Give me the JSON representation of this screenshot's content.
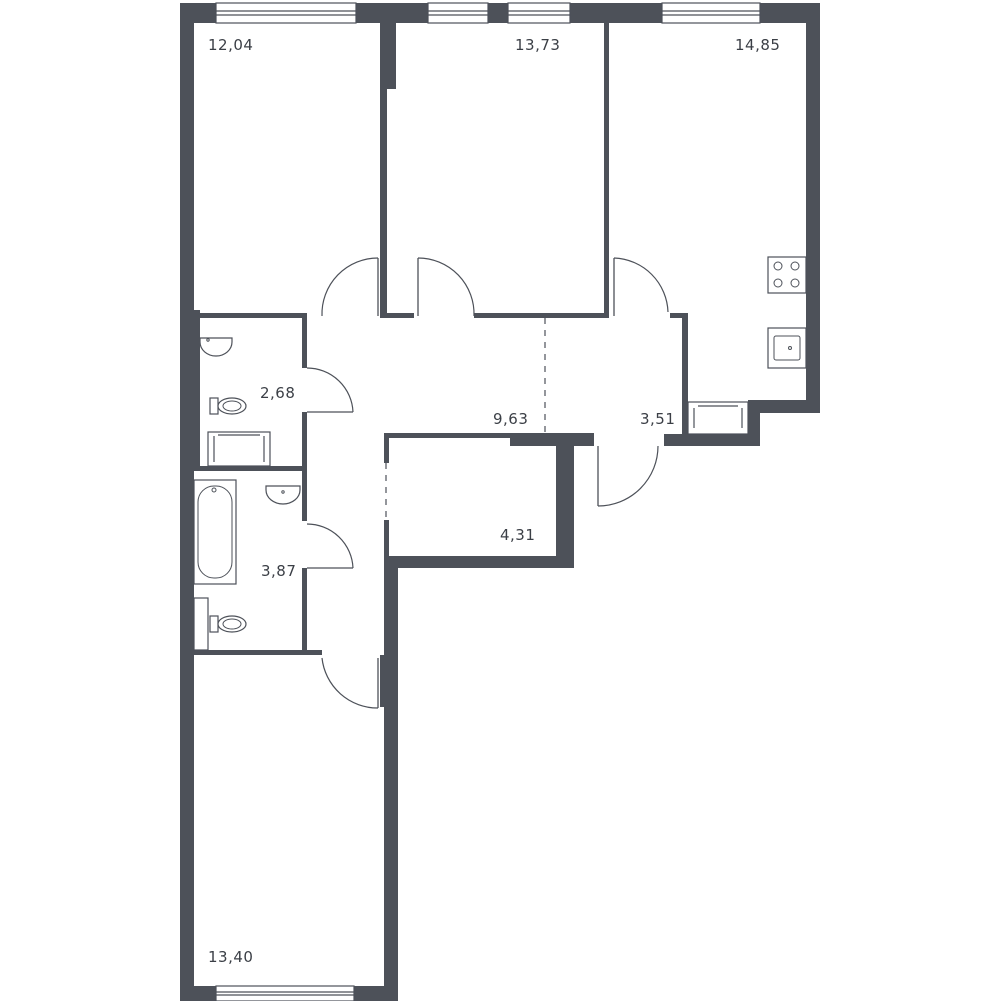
{
  "rooms": {
    "bedroom_top_left": {
      "area": "12,04"
    },
    "bedroom_top_middle": {
      "area": "13,73"
    },
    "kitchen_living": {
      "area": "14,85"
    },
    "toilet": {
      "area": "2,68"
    },
    "hallway": {
      "area": "9,63"
    },
    "balcony": {
      "area": "3,51"
    },
    "storage": {
      "area": "4,31"
    },
    "bathroom": {
      "area": "3,87"
    },
    "bedroom_bottom": {
      "area": "13,40"
    }
  },
  "icons": {
    "stove": "stove-icon",
    "sink": "kitchen-sink-icon",
    "washbasin": "washbasin-icon",
    "toilet": "toilet-icon",
    "bathtub": "bathtub-icon"
  },
  "colors": {
    "wall": "#4d5159",
    "background": "#ffffff",
    "label": "#3b3f46"
  }
}
